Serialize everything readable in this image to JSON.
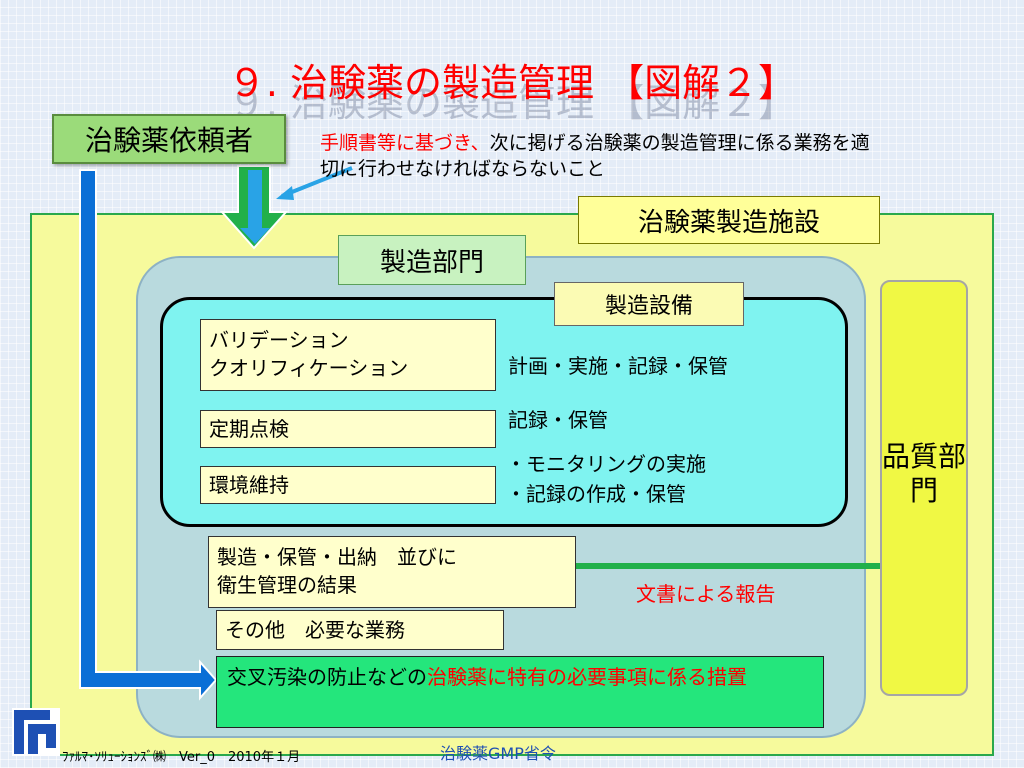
{
  "title": "９. 治験薬の製造管理 【図解２】",
  "requester": "治験薬依頼者",
  "note": {
    "red": "手順書等に基づき、",
    "black": "次に掲げる治験薬の製造管理に係る業務を適切に行わせなければならないこと"
  },
  "facility": "治験薬製造施設",
  "mfg_dept": "製造部門",
  "equipment": "製造設備",
  "items": {
    "validation_line1": "バリデーション",
    "validation_line2": "クオリフィケーション",
    "validation_desc": "計画・実施・記録・保管",
    "inspection": "定期点検",
    "inspection_desc": "記録・保管",
    "environment": "環境維持",
    "environment_desc1": "・モニタリングの実施",
    "environment_desc2": "・記録の作成・保管"
  },
  "results_line1": "製造・保管・出納　並びに",
  "results_line2": "衛生管理の結果",
  "other_tasks": "その他　必要な業務",
  "report": "文書による報告",
  "qa_dept": "品質部門",
  "special": {
    "black": "交叉汚染の防止などの",
    "red": "治験薬に特有の必要事項に係る措置"
  },
  "footer": {
    "left": "ﾌｧﾙﾏ･ｿﾘｭｰｼｮﾝｽﾞ㈱　Ver_0　2010年１月",
    "center": "治験薬GMP省令"
  },
  "colors": {
    "title": "#ff0000",
    "green_arrow": "#22b04a",
    "blue_arrow": "#0a6fd6",
    "light_blue_arrow": "#29a3e6"
  }
}
